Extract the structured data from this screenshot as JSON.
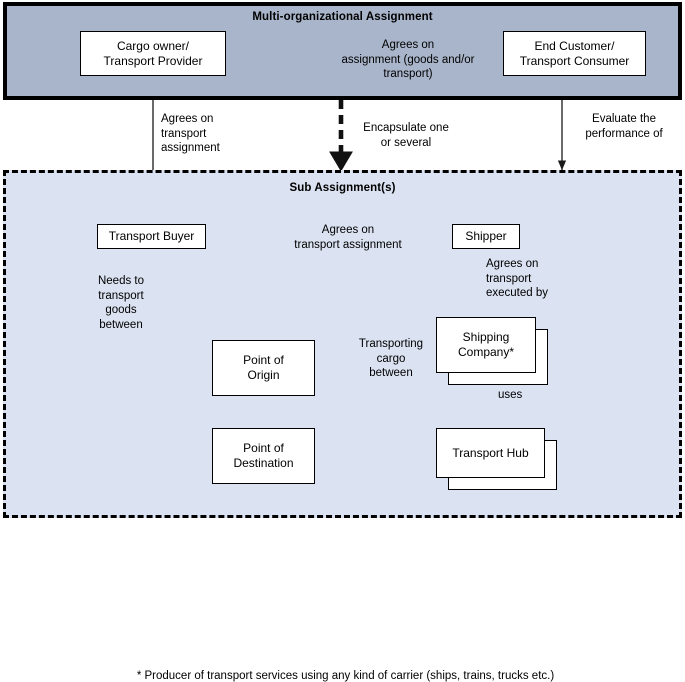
{
  "diagram": {
    "title_top": "Multi-organizational Assignment",
    "title_sub": "Sub Assignment(s)",
    "footnote": "* Producer of transport services using any kind of carrier (ships, trains, trucks etc.)",
    "colors": {
      "top_panel_fill": "#a9b5ca",
      "sub_panel_fill": "#dbe2f1",
      "node_fill": "#ffffff",
      "stroke": "#000000"
    },
    "nodes": {
      "cargo_owner": "Cargo owner/\nTransport Provider",
      "cargo_owner_line1": "Cargo owner/",
      "cargo_owner_line2": "Transport Provider",
      "end_customer_line1": "End Customer/",
      "end_customer_line2": "Transport Consumer",
      "transport_buyer": "Transport Buyer",
      "shipper": "Shipper",
      "point_of_origin_line1": "Point of",
      "point_of_origin_line2": "Origin",
      "point_of_destination_line1": "Point of",
      "point_of_destination_line2": "Destination",
      "shipping_company_line1": "Shipping",
      "shipping_company_line2": "Company*",
      "transport_hub": "Transport Hub"
    },
    "edge_labels": {
      "agrees_on_assignment_line1": "Agrees on",
      "agrees_on_assignment_line2": "assignment (goods and/or transport)",
      "agrees_on_transport_assignment_left_line1": "Agrees on",
      "agrees_on_transport_assignment_left_line2": "transport",
      "agrees_on_transport_assignment_left_line3": "assignment",
      "encapsulate_line1": "Encapsulate one",
      "encapsulate_line2": "or several",
      "evaluate_line1": "Evaluate the",
      "evaluate_line2": "performance of",
      "agrees_on_transport_assignment_sub_line1": "Agrees on",
      "agrees_on_transport_assignment_sub_line2": "transport assignment",
      "agrees_on_transport_executed_by_line1": "Agrees on",
      "agrees_on_transport_executed_by_line2": "transport",
      "agrees_on_transport_executed_by_line3": "executed by",
      "needs_line1": "Needs to",
      "needs_line2": "transport",
      "needs_line3": "goods",
      "needs_line4": "between",
      "transporting_line1": "Transporting",
      "transporting_line2": "cargo",
      "transporting_line3": "between",
      "uses": "uses"
    }
  }
}
